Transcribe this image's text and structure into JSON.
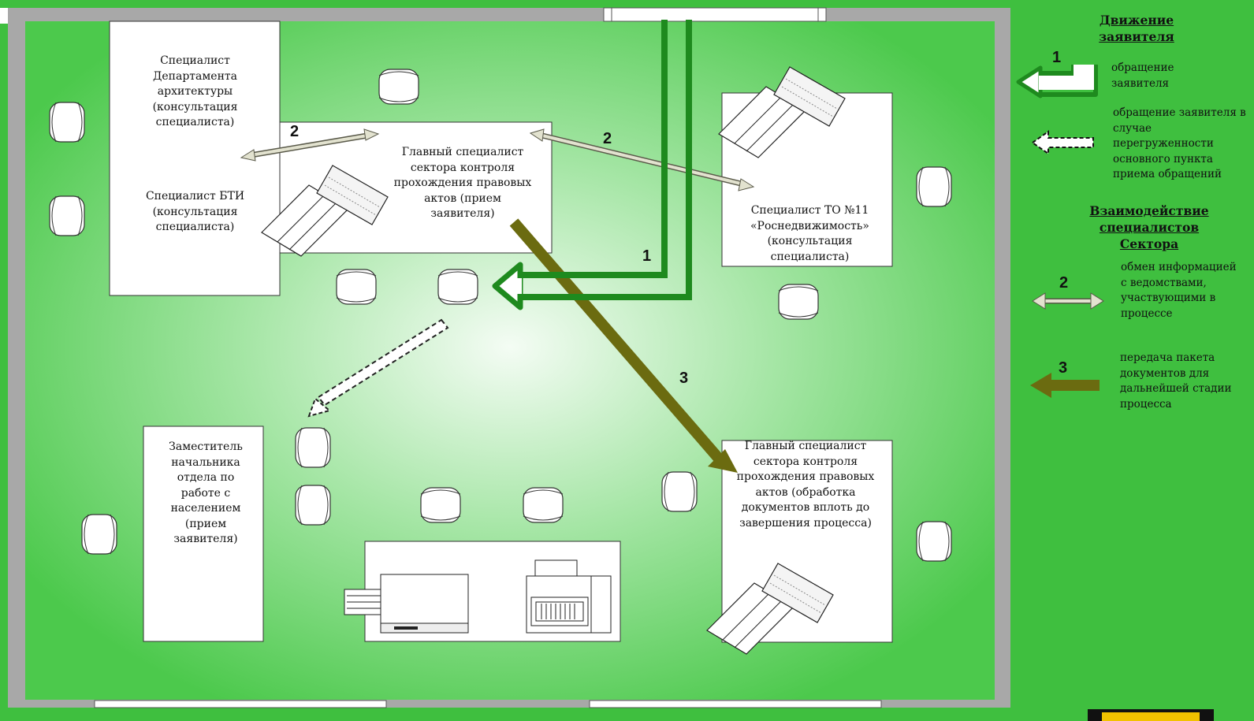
{
  "rooms": {
    "dept_architecture": "Специалист Департамента архитектуры (консультация специалиста)",
    "bti": "Специалист БТИ (консультация специалиста)",
    "chief_reception": "Главный специалист сектора контроля прохождения правовых актов (прием заявителя)",
    "to11": "Специалист ТО №11 «Роснедвижимость» (консультация специалиста)",
    "deputy_head": "Заместитель начальника отдела по работе с населением (прием заявителя)",
    "chief_processing": "Главный специалист сектора контроля прохождения правовых актов (обработка документов вплоть до завершения процесса)"
  },
  "diagram_numbers": {
    "n1": "1",
    "n2a": "2",
    "n2b": "2",
    "n3": "3"
  },
  "legend": {
    "movement_title": "Движение заявителя",
    "item1_num": "1",
    "item1_text": "обращение заявителя",
    "item_dashed_text": "обращение заявителя в случае перегруженности основного пункта приема обращений",
    "interaction_title": "Взаимодействие специалистов Сектора",
    "item2_num": "2",
    "item2_text": "обмен информацией с ведомствами, участвующими в процессе",
    "item3_num": "3",
    "item3_text": "передача пакета документов для дальнейшей стадии процесса"
  },
  "colors": {
    "floor_center": "#f2fbf2",
    "floor_edge": "#4fce4f",
    "wall": "#a8a8a8",
    "background": "#3fbf3f",
    "applicant_arrow": "#1e8a1e",
    "transfer_arrow": "#6b6b10",
    "exchange_arrow": "#d8d8c0"
  }
}
